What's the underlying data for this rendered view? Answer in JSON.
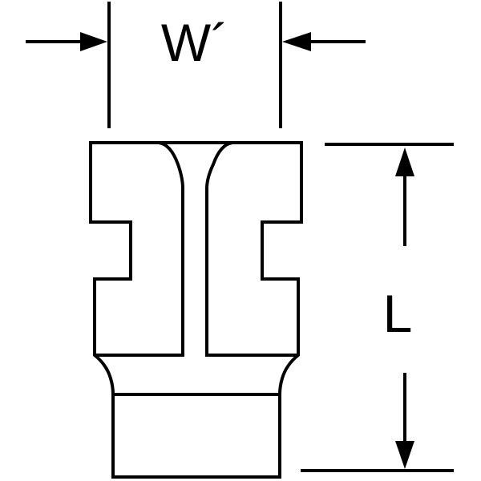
{
  "diagram": {
    "subject": "socket",
    "width_label": "W´",
    "length_label": "L",
    "stroke_color": "#000000",
    "background_color": "#ffffff"
  }
}
